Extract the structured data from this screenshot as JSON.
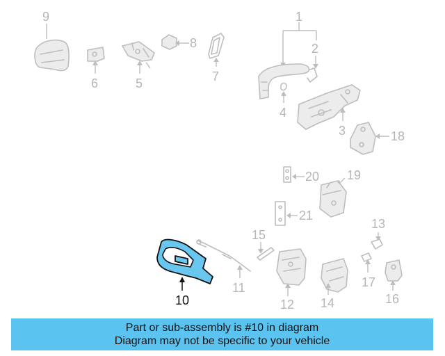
{
  "diagram": {
    "highlighted_part": "10",
    "callouts": {
      "c1": "1",
      "c2": "2",
      "c3": "3",
      "c4": "4",
      "c5": "5",
      "c6": "6",
      "c7": "7",
      "c8": "8",
      "c9": "9",
      "c10": "10",
      "c11": "11",
      "c12": "12",
      "c13": "13",
      "c14": "14",
      "c15": "15",
      "c16": "16",
      "c17": "17",
      "c18": "18",
      "c19": "19",
      "c20": "20",
      "c21": "21"
    }
  },
  "banner": {
    "line1": "Part or sub-assembly is #10 in diagram",
    "line2": "Diagram may not be specific to your vehicle"
  },
  "colors": {
    "banner_bg": "#5bc3f0",
    "highlight_part": "#69c7ef",
    "faded_part": "#bdbdbd"
  }
}
